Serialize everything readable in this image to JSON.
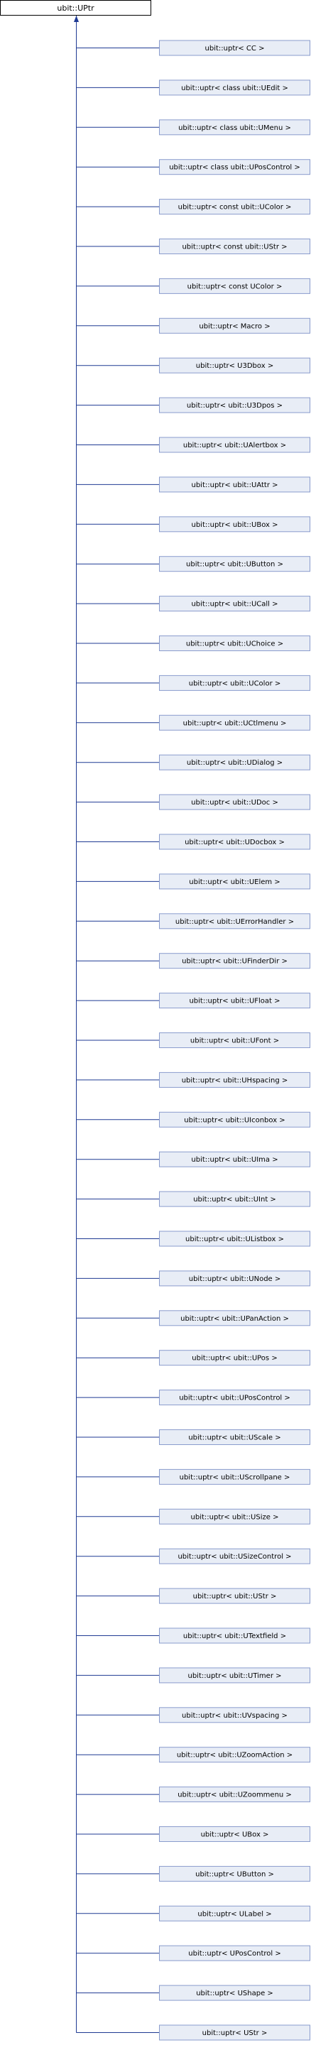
{
  "base_class": "ubit::UPtr",
  "derived_classes": [
    "ubit::uptr< CC >",
    "ubit::uptr< class ubit::UEdit >",
    "ubit::uptr< class ubit::UMenu >",
    "ubit::uptr< class ubit::UPosControl >",
    "ubit::uptr< const ubit::UColor >",
    "ubit::uptr< const ubit::UStr >",
    "ubit::uptr< const UColor >",
    "ubit::uptr< Macro >",
    "ubit::uptr< U3Dbox >",
    "ubit::uptr< ubit::U3Dpos >",
    "ubit::uptr< ubit::UAlertbox >",
    "ubit::uptr< ubit::UAttr >",
    "ubit::uptr< ubit::UBox >",
    "ubit::uptr< ubit::UButton >",
    "ubit::uptr< ubit::UCall >",
    "ubit::uptr< ubit::UChoice >",
    "ubit::uptr< ubit::UColor >",
    "ubit::uptr< ubit::UCtlmenu >",
    "ubit::uptr< ubit::UDialog >",
    "ubit::uptr< ubit::UDoc >",
    "ubit::uptr< ubit::UDocbox >",
    "ubit::uptr< ubit::UElem >",
    "ubit::uptr< ubit::UErrorHandler >",
    "ubit::uptr< ubit::UFinderDir >",
    "ubit::uptr< ubit::UFloat >",
    "ubit::uptr< ubit::UFont >",
    "ubit::uptr< ubit::UHspacing >",
    "ubit::uptr< ubit::UIconbox >",
    "ubit::uptr< ubit::UIma >",
    "ubit::uptr< ubit::UInt >",
    "ubit::uptr< ubit::UListbox >",
    "ubit::uptr< ubit::UNode >",
    "ubit::uptr< ubit::UPanAction >",
    "ubit::uptr< ubit::UPos >",
    "ubit::uptr< ubit::UPosControl >",
    "ubit::uptr< ubit::UScale >",
    "ubit::uptr< ubit::UScrollpane >",
    "ubit::uptr< ubit::USize >",
    "ubit::uptr< ubit::USizeControl >",
    "ubit::uptr< ubit::UStr >",
    "ubit::uptr< ubit::UTextfield >",
    "ubit::uptr< ubit::UTimer >",
    "ubit::uptr< ubit::UVspacing >",
    "ubit::uptr< ubit::UZoomAction >",
    "ubit::uptr< ubit::UZoommenu >",
    "ubit::uptr< UBox >",
    "ubit::uptr< UButton >",
    "ubit::uptr< ULabel >",
    "ubit::uptr< UPosControl >",
    "ubit::uptr< UShape >",
    "ubit::uptr< UStr >"
  ],
  "colors": {
    "connector": "#1f3a93",
    "child_fill": "#e8edf6",
    "child_border": "#8a9ccd",
    "base_border": "#000000"
  }
}
